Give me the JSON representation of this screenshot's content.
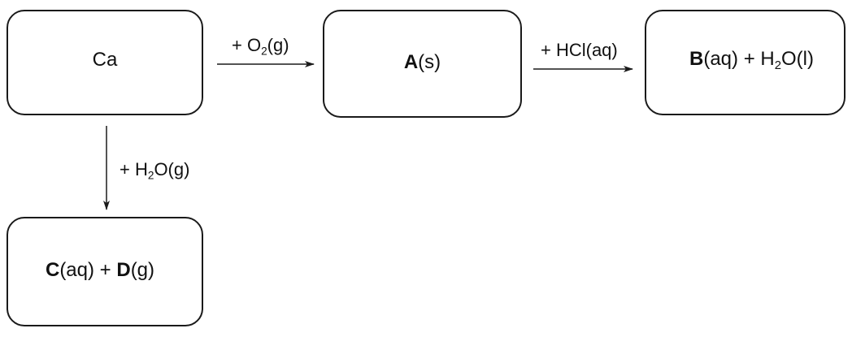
{
  "nodes": {
    "ca": {
      "text": "Ca"
    },
    "a": {
      "bold": "A",
      "text": "(s)"
    },
    "b": {
      "bold": "B",
      "text1": "(aq) + H",
      "sub": "2",
      "text2": "O(l)"
    },
    "cd": {
      "bold1": "C",
      "text1": "(aq) + ",
      "bold2": "D",
      "text2": "(g)"
    }
  },
  "edges": {
    "o2": {
      "prefix": "+ O",
      "sub": "2",
      "suffix": "(g)"
    },
    "hcl": {
      "text": "+ HCl(aq)"
    },
    "h2o": {
      "prefix": "+ H",
      "sub": "2",
      "suffix": "O(g)"
    }
  },
  "colors": {
    "stroke": "#1a1a1a",
    "background": "#ffffff"
  }
}
